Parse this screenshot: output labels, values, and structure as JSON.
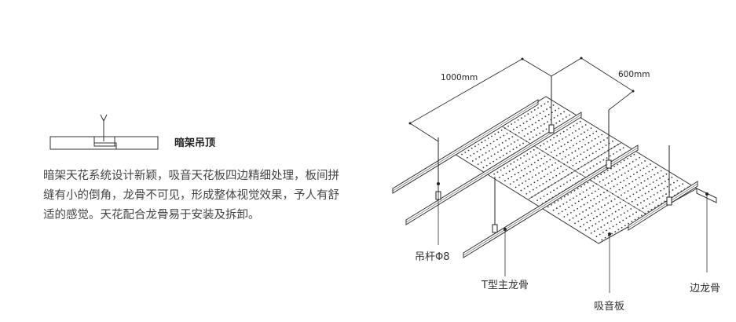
{
  "section": {
    "title": "暗架吊顶",
    "description": "暗架天花系统设计新颖，吸音天花板四边精细处理，板间拼缝有小的倒角，龙骨不可见，形成整体视觉效果，予人有舒适的感觉。天花配合龙骨易于安装及拆卸。"
  },
  "diagram": {
    "dimensions": [
      "1000mm",
      "600mm"
    ],
    "labels": {
      "rod": "吊杆Φ8",
      "main_runner": "T型主龙骨",
      "panel": "吸音板",
      "edge_trim": "边龙骨"
    }
  }
}
